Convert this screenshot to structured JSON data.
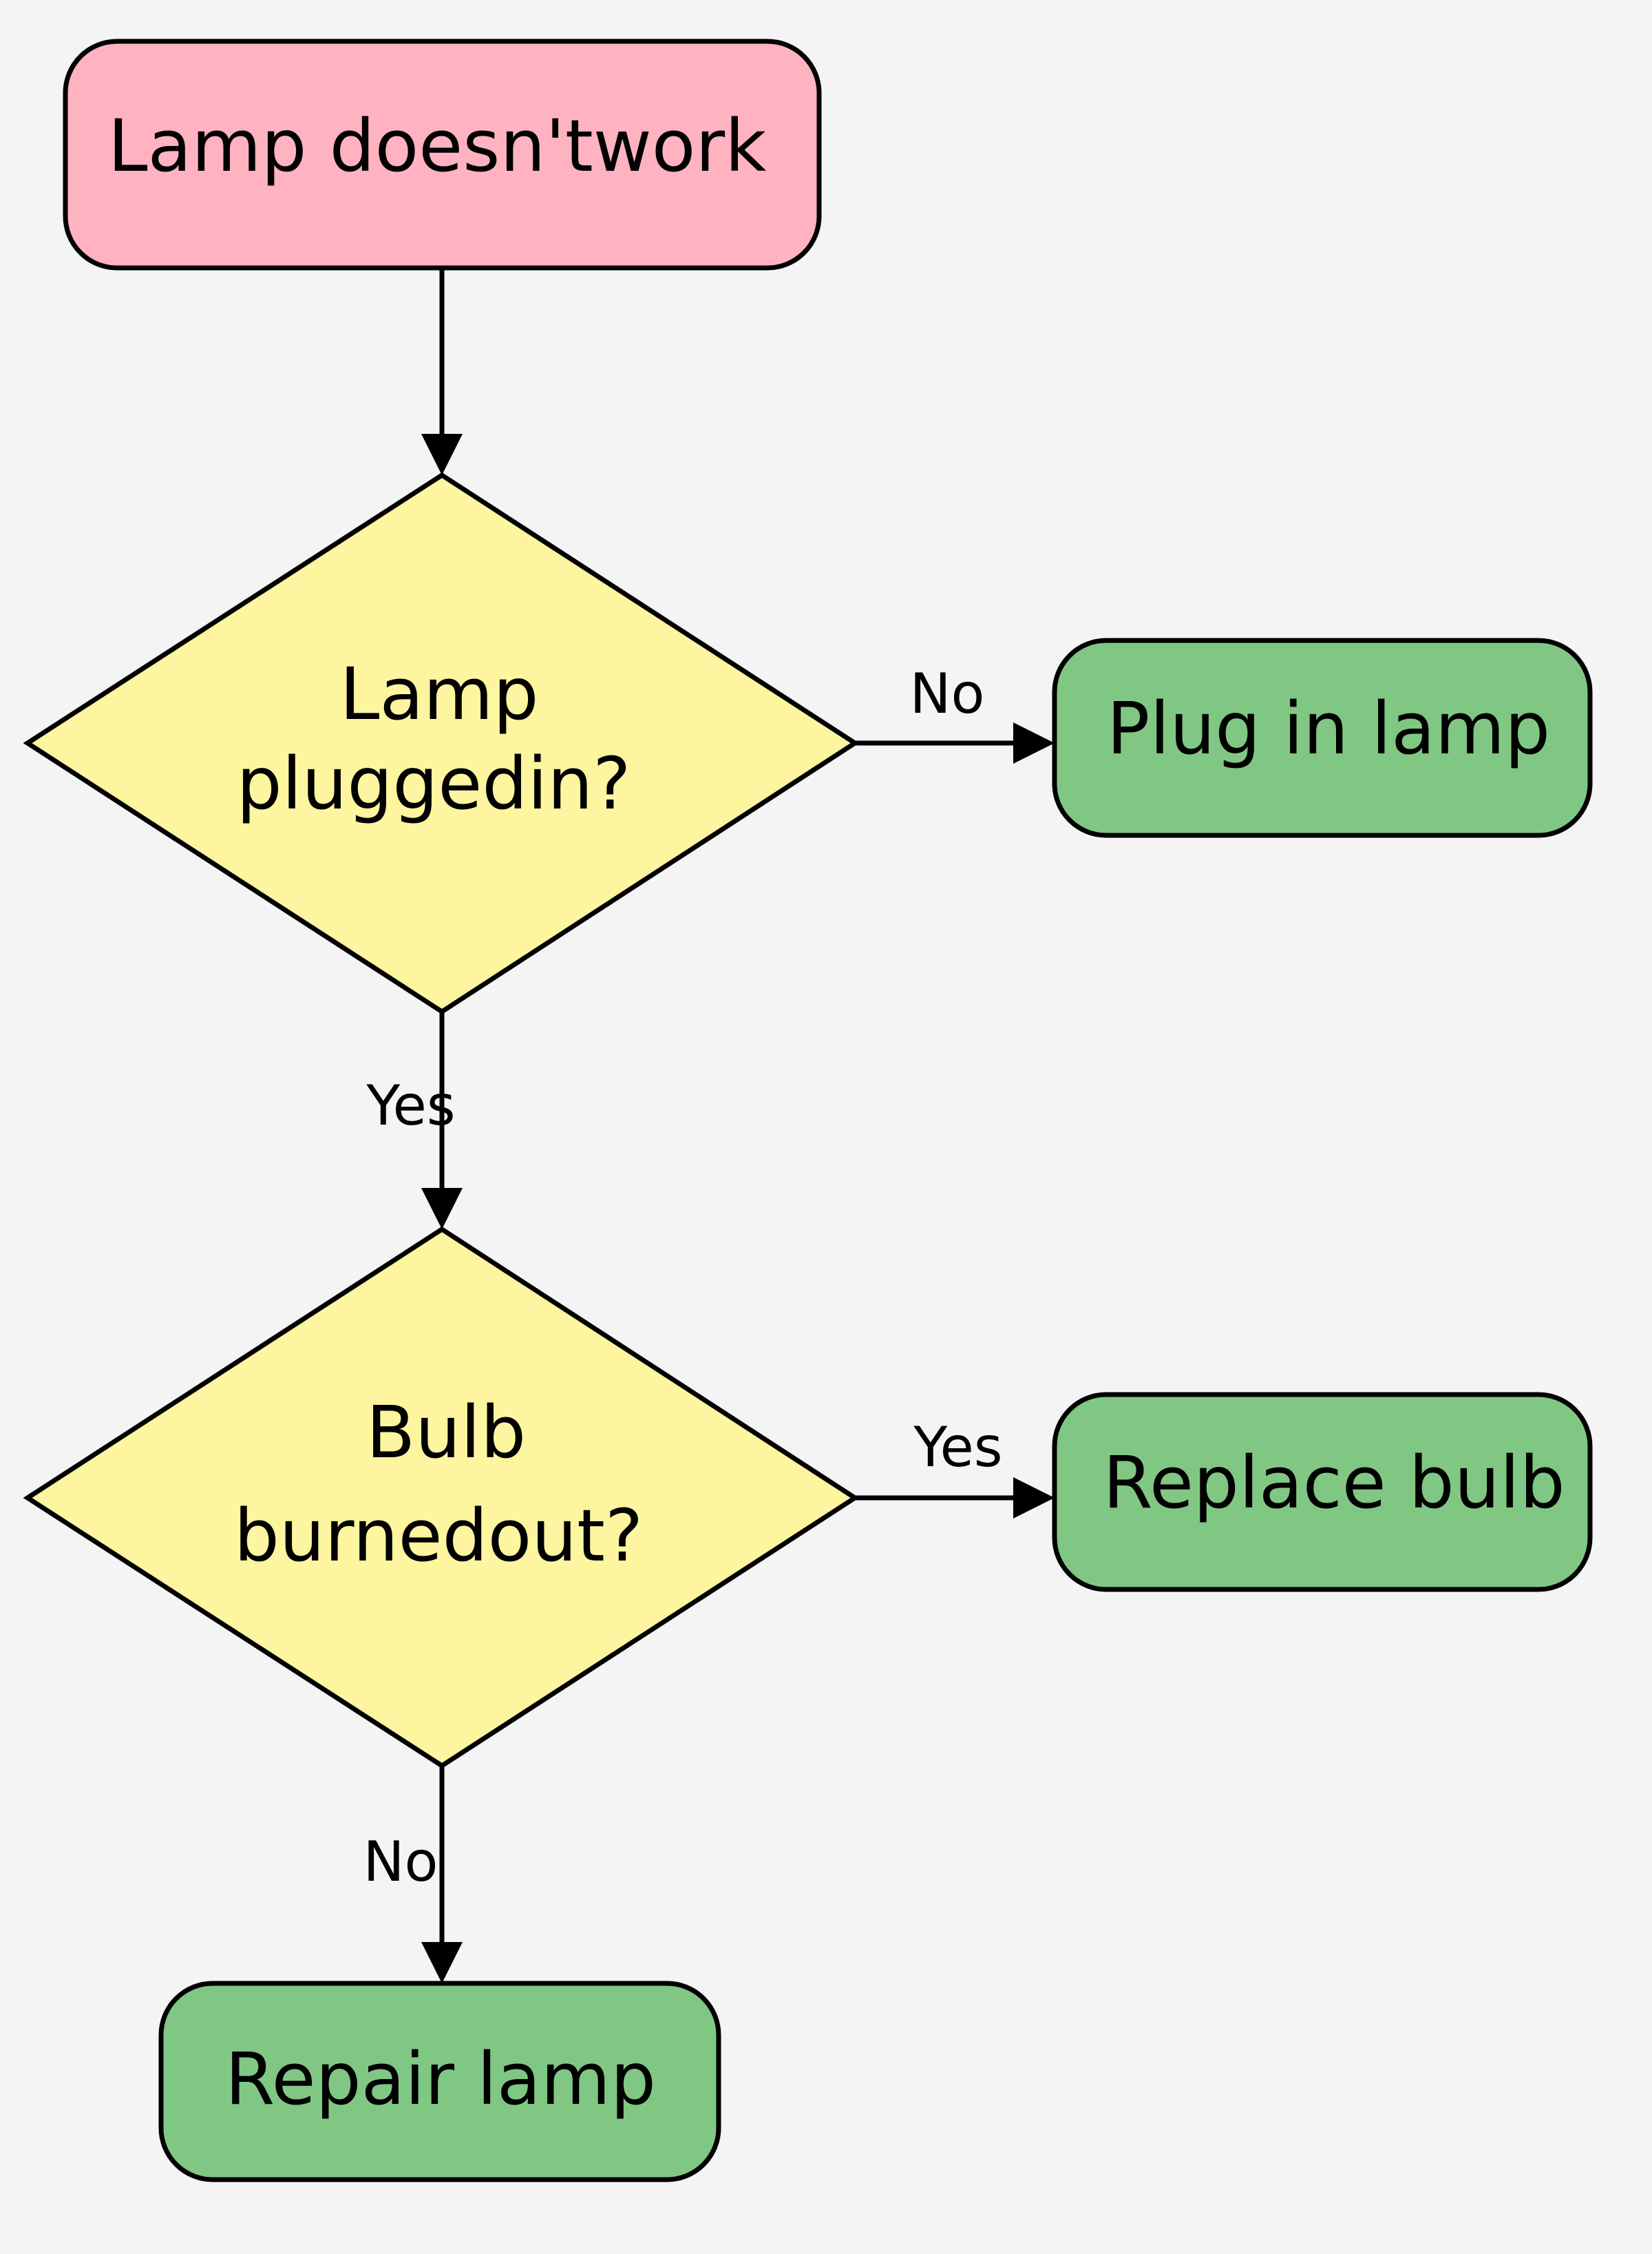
{
  "colors": {
    "background": "#f4f4f4",
    "start_fill": "#ffb3c0",
    "decision_fill": "#fdf59f",
    "action_fill": "#81c784",
    "stroke": "#000000"
  },
  "nodes": {
    "start": {
      "label": "Lamp doesn'twork"
    },
    "decision_plugged": {
      "line1": "Lamp",
      "line2": "pluggedin?"
    },
    "action_plug": {
      "label": "Plug in lamp"
    },
    "decision_bulb": {
      "line1": "Bulb",
      "line2": "burnedout?"
    },
    "action_replace": {
      "label": "Replace bulb"
    },
    "action_repair": {
      "label": "Repair lamp"
    }
  },
  "edges": {
    "plugged_no": {
      "label": "No"
    },
    "plugged_yes": {
      "label": "Yes"
    },
    "bulb_yes": {
      "label": "Yes"
    },
    "bulb_no": {
      "label": "No"
    }
  }
}
